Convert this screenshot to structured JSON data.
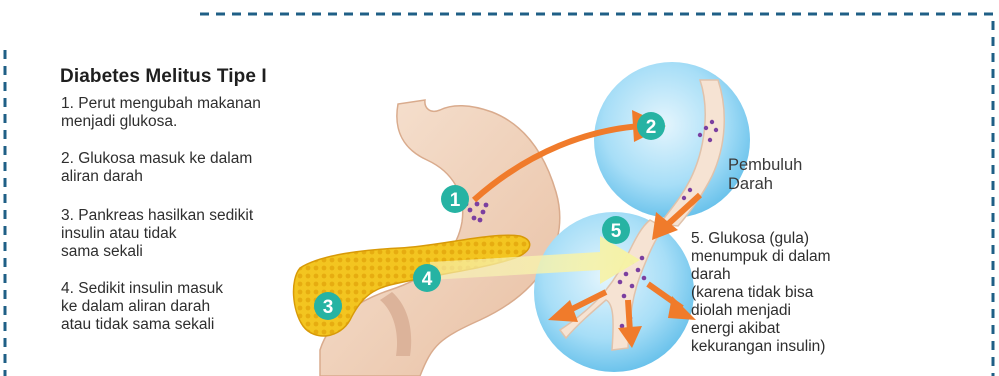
{
  "title": "Diabetes Melitus Tipe I",
  "steps": [
    {
      "text": "1. Perut mengubah makanan\n    menjadi glukosa."
    },
    {
      "text": "2. Glukosa masuk ke dalam\n    aliran darah"
    },
    {
      "text": "3. Pankreas hasilkan sedikit\n    insulin atau tidak\n    sama sekali"
    },
    {
      "text": "4. Sedikit insulin masuk\n    ke dalam aliran darah\n    atau tidak sama sekali"
    },
    {
      "text": "5. Glukosa (gula)\n    menumpuk di dalam\n    darah\n    (karena tidak bisa\n    diolah menjadi\n    energi akibat\n    kekurangan insulin)"
    }
  ],
  "vessel_label": "Pembuluh\nDarah",
  "badges": [
    "1",
    "2",
    "3",
    "4",
    "5"
  ],
  "colors": {
    "badge": "#26b3a3",
    "arrow": "#f07b2b",
    "insulin_arrow": "#f4f0a6",
    "stomach": "#f2d6c0",
    "pancreas": "#f2c41c",
    "circle": "#8fd3f4",
    "vessel": "#f6e3d3",
    "glucose": "#7b3fa0",
    "border": "#1f5f86"
  }
}
